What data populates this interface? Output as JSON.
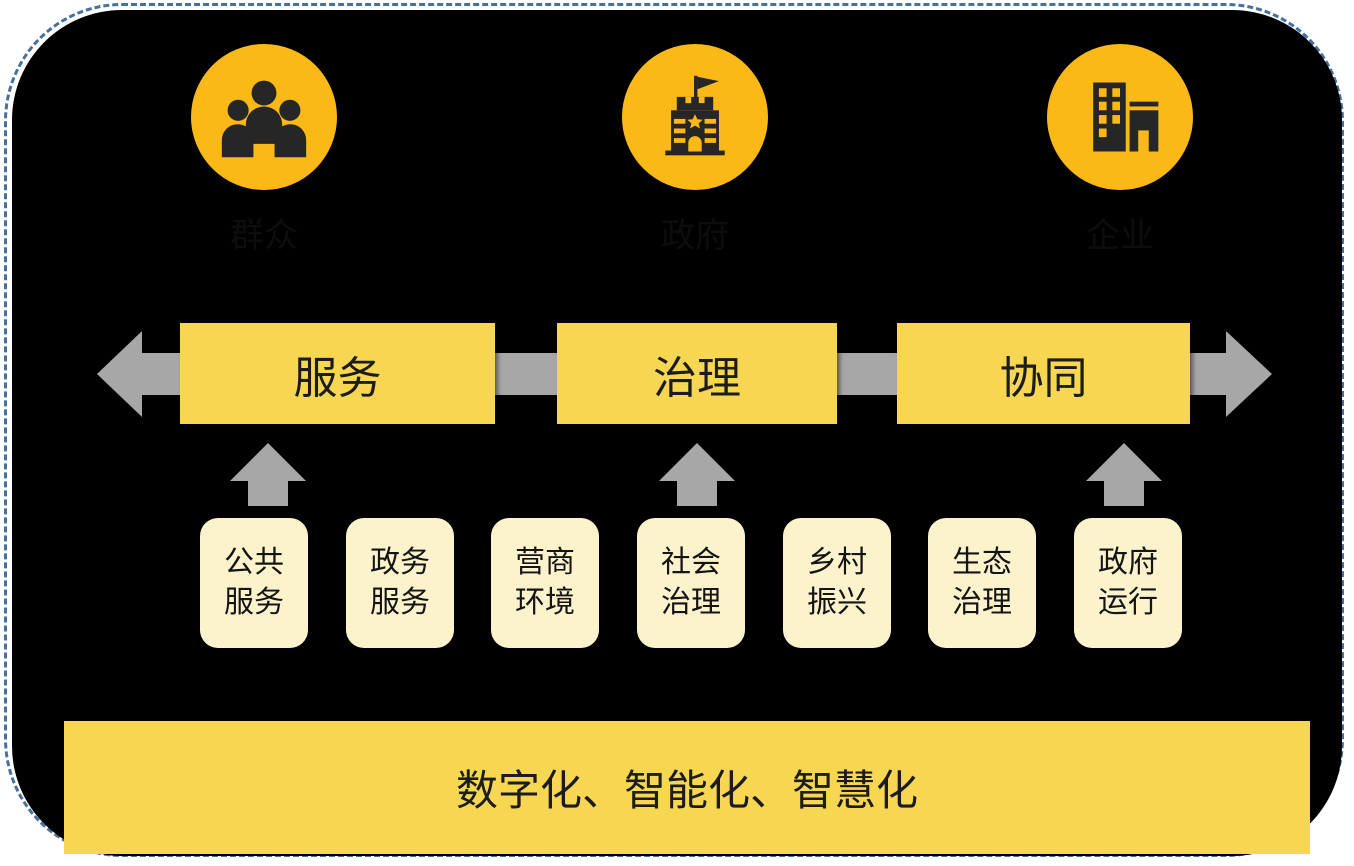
{
  "colors": {
    "panel_bg": "#000000",
    "dashed_border": "#46719E",
    "circle_fill": "#FBB917",
    "stage_box_fill": "#F7D752",
    "domain_box_fill": "#FCF3CC",
    "arrow_gray": "#A7A7A7",
    "bottom_bar_fill": "#F7D752",
    "icon_color": "#262626",
    "text_dark": "#1C1C1C"
  },
  "actors": [
    {
      "icon": "people-group-icon",
      "label": "群众"
    },
    {
      "icon": "government-building-icon",
      "label": "政府"
    },
    {
      "icon": "enterprise-buildings-icon",
      "label": "企业"
    }
  ],
  "stages": [
    {
      "label": "服务"
    },
    {
      "label": "治理"
    },
    {
      "label": "协同"
    }
  ],
  "domains": [
    {
      "line1": "公共",
      "line2": "服务"
    },
    {
      "line1": "政务",
      "line2": "服务"
    },
    {
      "line1": "营商",
      "line2": "环境"
    },
    {
      "line1": "社会",
      "line2": "治理"
    },
    {
      "line1": "乡村",
      "line2": "振兴"
    },
    {
      "line1": "生态",
      "line2": "治理"
    },
    {
      "line1": "政府",
      "line2": "运行"
    }
  ],
  "bottom_bar": {
    "label": "数字化、智能化、智慧化"
  }
}
